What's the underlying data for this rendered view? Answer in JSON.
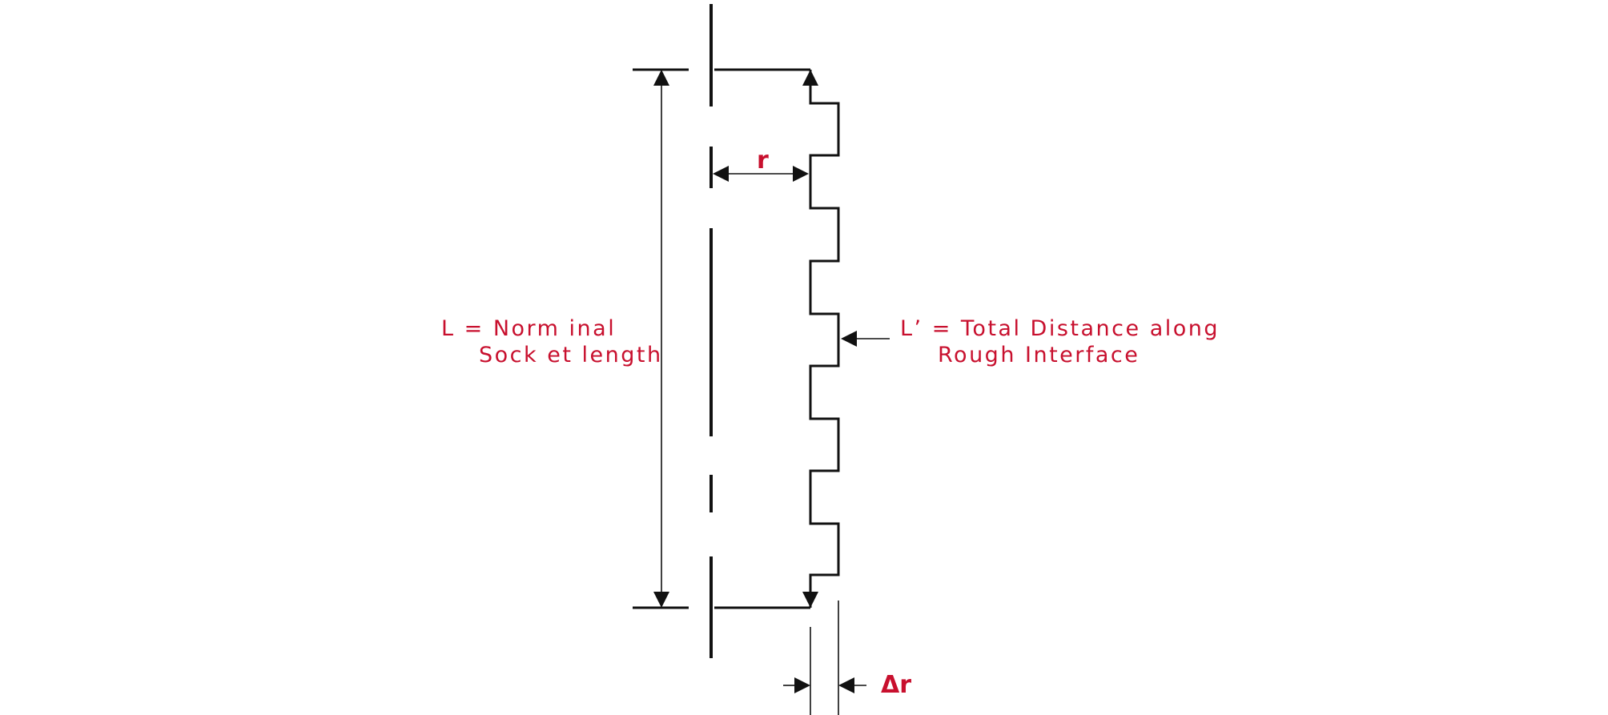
{
  "labels": {
    "r": "r",
    "delta_r": "Δr",
    "nominal_length_line1": "L = Norm inal",
    "nominal_length_line2": "Sock et length",
    "total_distance_line1": "L’ = Total Distance along",
    "total_distance_line2": "Rough Interface"
  },
  "colors": {
    "label": "#c8102e",
    "line": "#111111",
    "background": "#ffffff"
  }
}
